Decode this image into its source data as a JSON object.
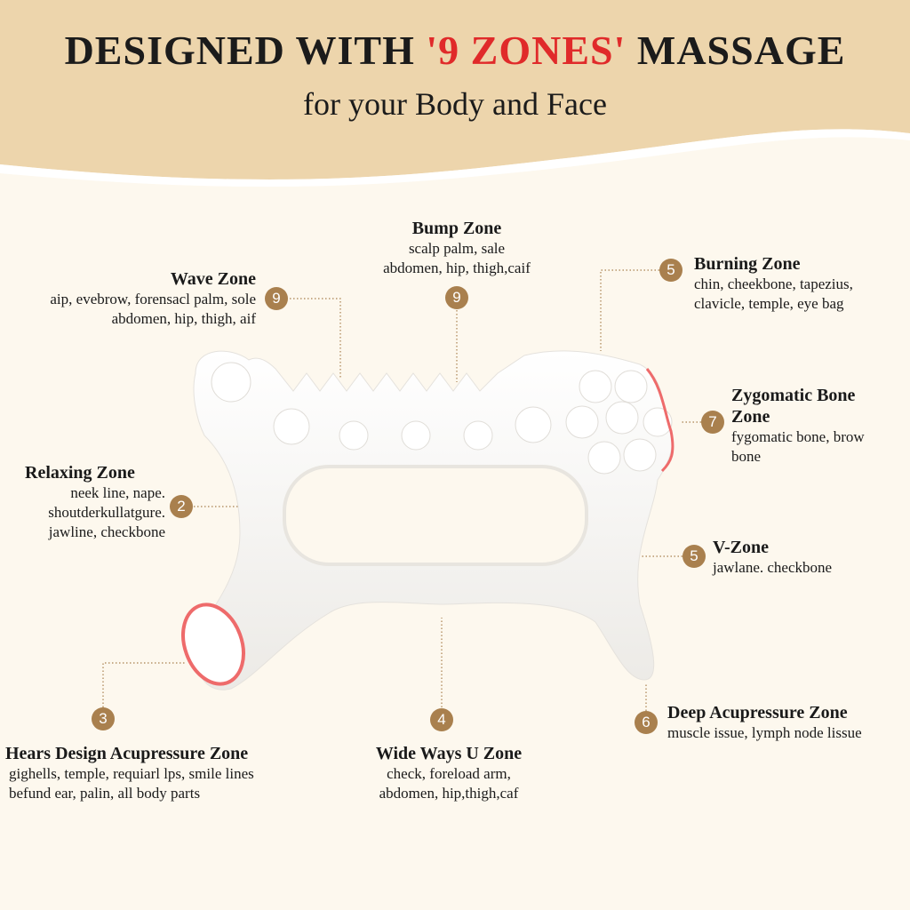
{
  "header": {
    "title_pre": "DESIGNED WITH ",
    "title_accent": "'9 ZONES'",
    "title_post": " MASSAGE",
    "subtitle": "for your Body and Face",
    "accent_color": "#e02a2a",
    "band_color": "#edd5ac"
  },
  "badge_color": "#a9804e",
  "zones": [
    {
      "number": "9",
      "title": "Wave Zone",
      "desc1": "aip, evebrow, forensacl palm, sole",
      "desc2": "abdomen, hip, thigh, aif"
    },
    {
      "number": "9",
      "title": "Bump Zone",
      "desc1": "scalp palm, sale",
      "desc2": "abdomen, hip, thigh,caif"
    },
    {
      "number": "5",
      "title": "Burning Zone",
      "desc1": "chin, cheekbone, tapezius,",
      "desc2": "clavicle, temple, eye bag"
    },
    {
      "number": "7",
      "title": "Zygomatic Bone",
      "title2": "Zone",
      "desc1": "fygomatic bone, brow",
      "desc2": "bone"
    },
    {
      "number": "2",
      "title": "Relaxing Zone",
      "desc1": "neek line, nape.",
      "desc2": "shoutderkullatgure.",
      "desc3": "jawline, checkbone"
    },
    {
      "number": "5",
      "title": "V-Zone",
      "desc1": "jawlane. checkbone"
    },
    {
      "number": "3",
      "title": "Hears Design Acupressure Zone",
      "desc1": "gighells, temple, requiarl lps, smile lines",
      "desc2": "befund ear, palin, all body parts"
    },
    {
      "number": "4",
      "title": "Wide Ways U Zone",
      "desc1": "check, foreload arm,",
      "desc2": "abdomen, hip,thigh,caf"
    },
    {
      "number": "6",
      "title": "Deep Acupressure Zone",
      "desc1": "muscle issue, lymph node lissue"
    }
  ]
}
